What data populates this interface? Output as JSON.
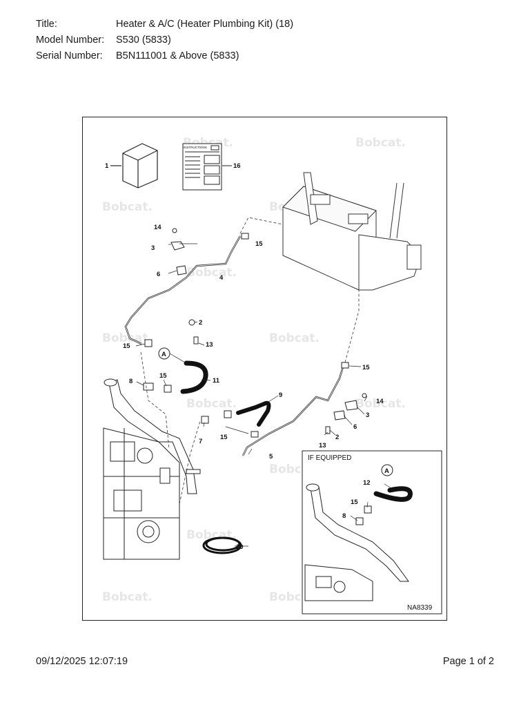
{
  "header": {
    "title_label": "Title:",
    "title_value": "Heater & A/C (Heater Plumbing Kit) (18)",
    "model_label": "Model Number:",
    "model_value": "S530 (5833)",
    "serial_label": "Serial Number:",
    "serial_value": "B5N111001 & Above (5833)"
  },
  "figure": {
    "watermark": "Bobcat.",
    "instructions_label": "INSTRUCTIONS",
    "inset_label": "IF EQUIPPED",
    "figure_id": "NA8339",
    "callouts": [
      "1",
      "16",
      "14",
      "3",
      "15",
      "6",
      "4",
      "2",
      "15",
      "13",
      "A",
      "11",
      "8",
      "15",
      "9",
      "14",
      "15",
      "3",
      "6",
      "2",
      "13",
      "7",
      "15",
      "5",
      "10",
      "A",
      "12",
      "15",
      "8"
    ]
  },
  "footer": {
    "timestamp": "09/12/2025 12:07:19",
    "page": "Page 1 of 2"
  }
}
